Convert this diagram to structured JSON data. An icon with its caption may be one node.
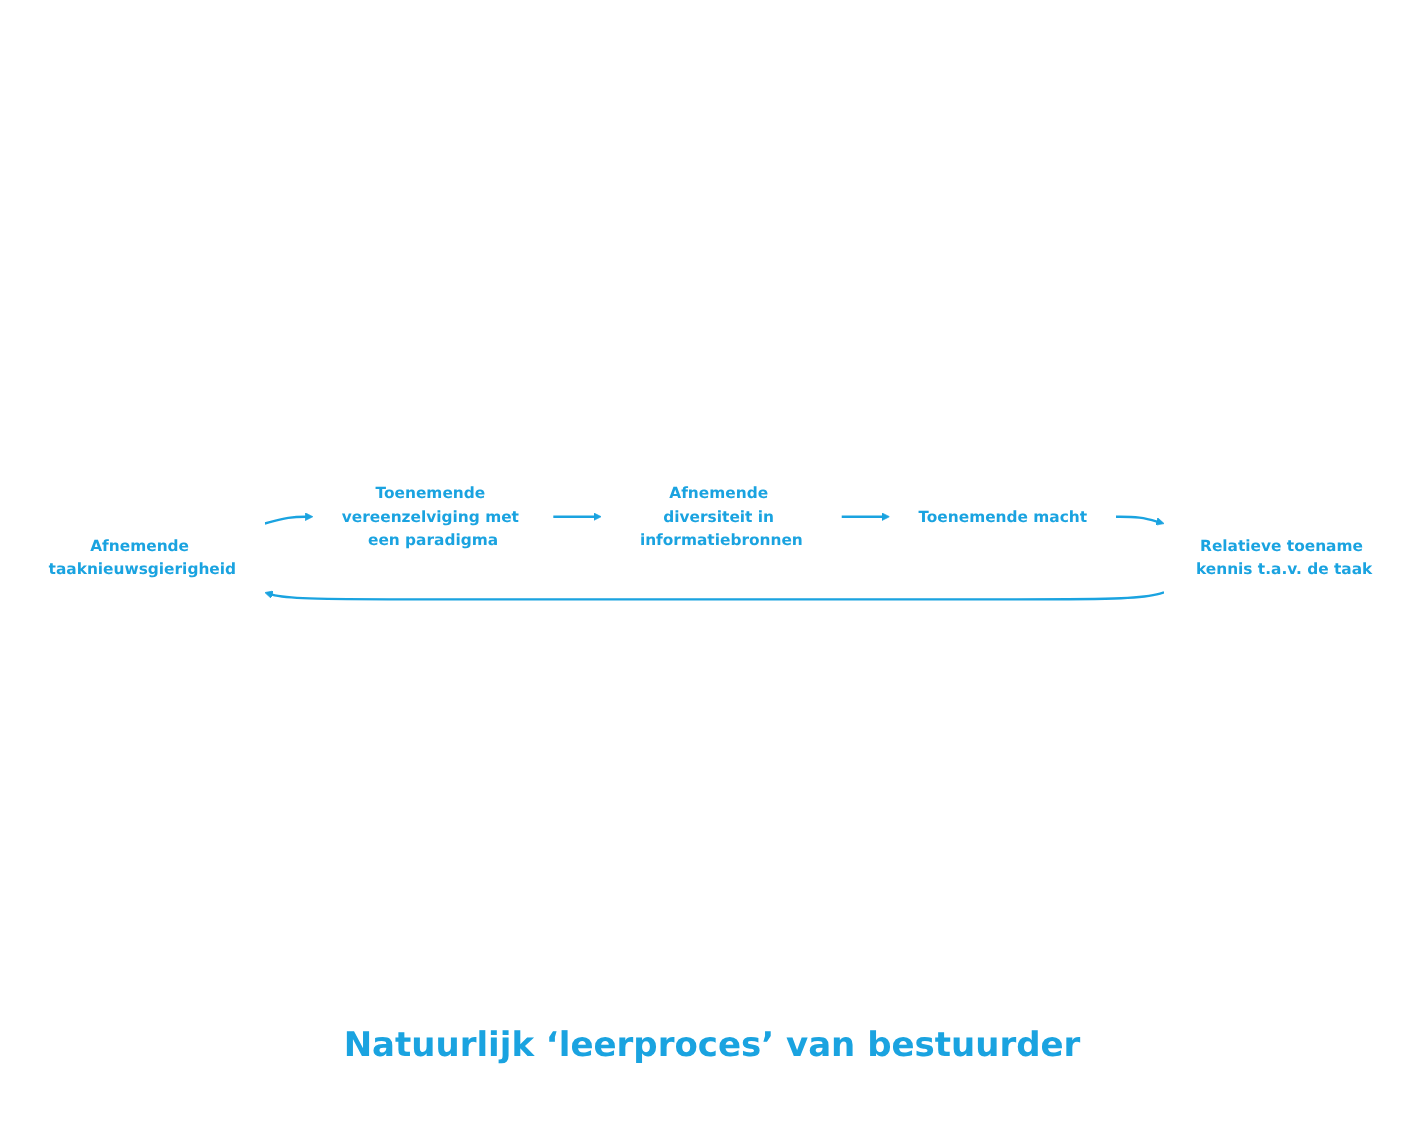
{
  "diagram": {
    "nodes": [
      {
        "text": [
          "Afnemende taaknieuwsgierigheid"
        ]
      },
      {
        "text": [
          "Relatieve toename kennis t.a.v. de taak"
        ]
      },
      {
        "text": [
          "Toenemende vereenzelviging met een paradigma"
        ]
      },
      {
        "text": [
          "Toenemende macht"
        ]
      },
      {
        "text": [
          "Afnemende diversiteit in informatiebronnen"
        ]
      }
    ],
    "edges": [
      {
        "from": 0,
        "to": 2,
        "arrow": "to"
      },
      {
        "from": 2,
        "to": 4,
        "arrow": "to"
      },
      {
        "from": 4,
        "to": 3,
        "arrow": "to"
      },
      {
        "from": 3,
        "to": 1,
        "arrow": "to"
      },
      {
        "from": 1,
        "to": 0,
        "arrow": "to"
      }
    ],
    "labels": [
      "Natuurlijk ‘leerproces’ van bestuurder"
    ]
  }
}
